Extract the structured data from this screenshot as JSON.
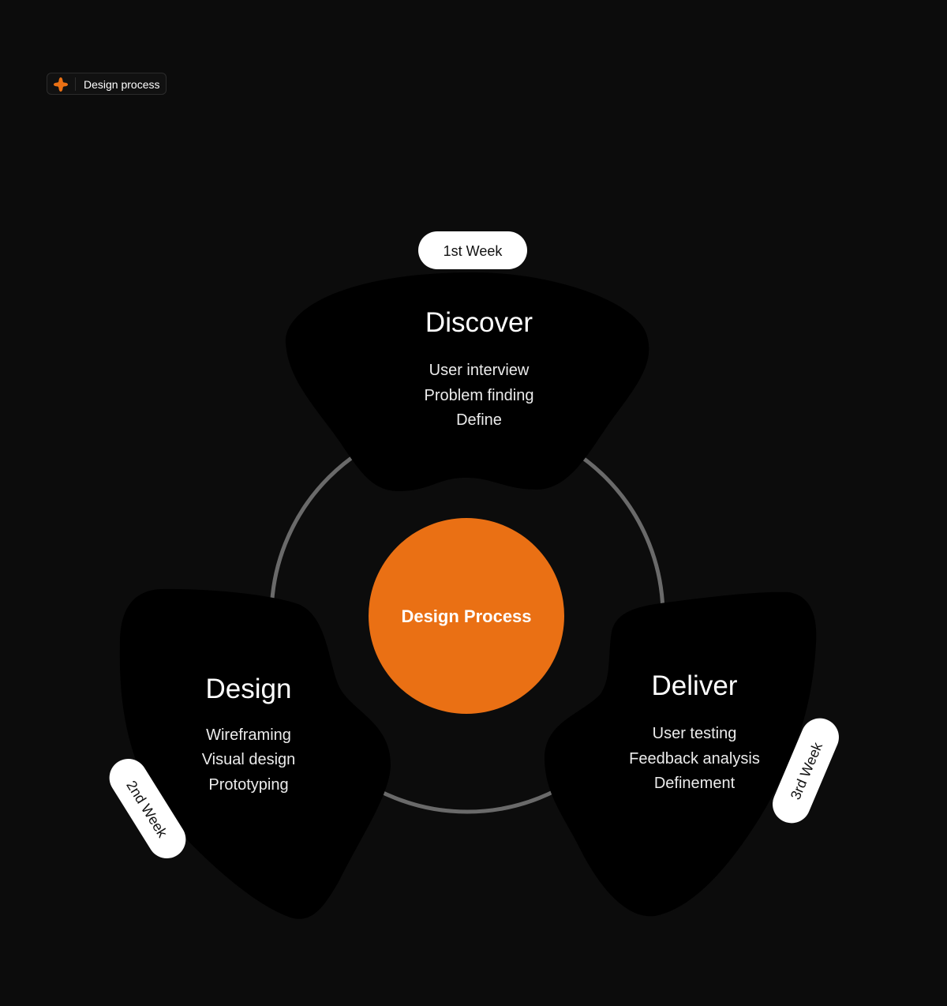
{
  "header": {
    "icon": "orange-sparkle-icon",
    "label": "Design process"
  },
  "colors": {
    "background": "#0c0c0c",
    "accent": "#ea7014",
    "petal": "#000000",
    "ring": "#6a6a6a"
  },
  "center": {
    "label": "Design Process"
  },
  "stages": [
    {
      "title": "Discover",
      "week": "1st Week",
      "items": [
        "User interview",
        "Problem finding",
        "Define"
      ]
    },
    {
      "title": "Design",
      "week": "2nd Week",
      "items": [
        "Wireframing",
        "Visual design",
        "Prototyping"
      ]
    },
    {
      "title": "Deliver",
      "week": "3rd Week",
      "items": [
        "User testing",
        "Feedback analysis",
        "Definement"
      ]
    }
  ]
}
